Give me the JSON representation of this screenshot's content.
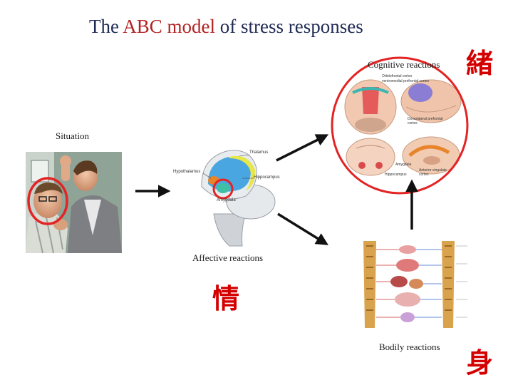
{
  "title": {
    "part1": "The ",
    "accent": "ABC model",
    "part2": " of stress responses"
  },
  "labels": {
    "situation": "Situation",
    "cognitive": "Cognitive reactions",
    "affective": "Affective reactions",
    "bodily": "Bodily reactions"
  },
  "cjk": {
    "cognitive": "緒",
    "affective": "情",
    "bodily": "身"
  },
  "brain_labels": {
    "thalamus": "Thalamus",
    "hypothalamus": "Hypothalamus",
    "hippocampus": "Hippocampus",
    "amygdala": "Amygdala"
  },
  "cortex_labels": {
    "orbitofrontal": "Orbitofrontal cortex",
    "ventromedial": "ventromedial prefrontal cortex",
    "dorsolateral": "Dorsolateral prefrontal cortex",
    "amygdala": "Amygdala",
    "hippocampus": "Hippocampus",
    "cingulate": "Anterior cingulate cortex"
  },
  "colors": {
    "accent": "#b22222",
    "highlight": "#e32424",
    "arrow": "#111111",
    "title": "#1f2a55",
    "cjk": "#d40000"
  }
}
